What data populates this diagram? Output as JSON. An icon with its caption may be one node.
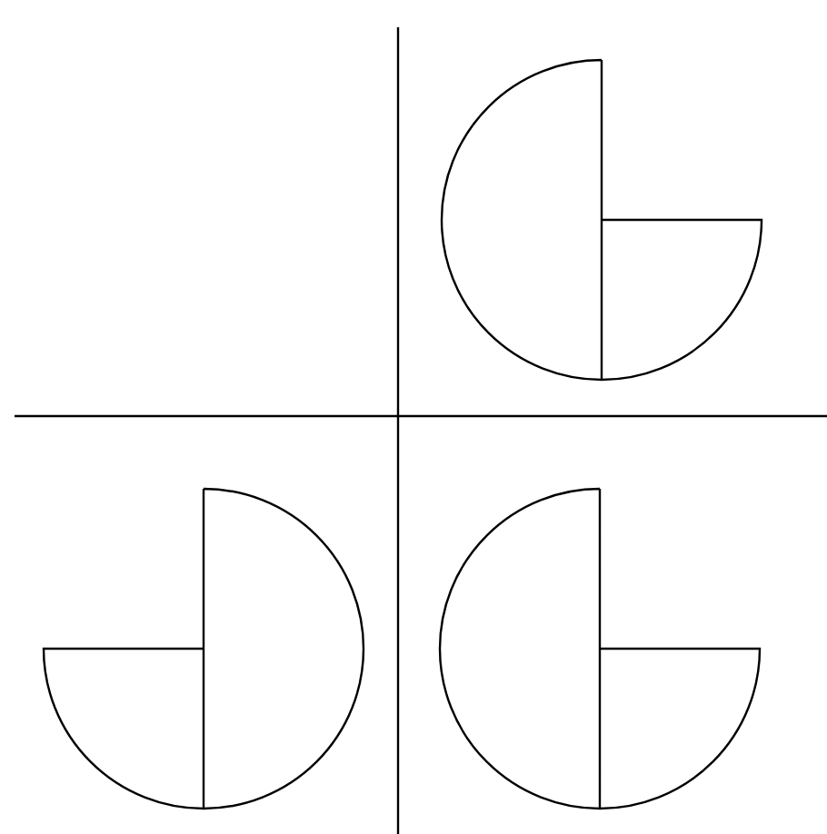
{
  "diagram": {
    "nodes": [
      {
        "text": [],
        "shape": "pie"
      },
      {
        "text": [],
        "shape": "pie"
      },
      {
        "text": [],
        "shape": "pie"
      }
    ]
  }
}
